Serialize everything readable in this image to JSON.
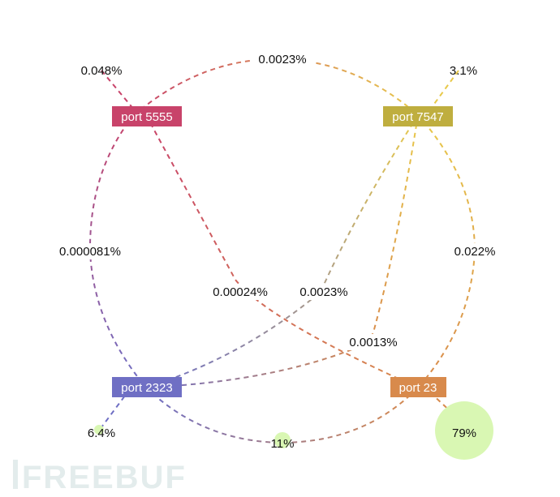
{
  "nodes": {
    "port5555": {
      "label": "port 5555",
      "color": "#c8436a"
    },
    "port7547": {
      "label": "port 7547",
      "color": "#bfae3f"
    },
    "port2323": {
      "label": "port 2323",
      "color": "#6f6fc4"
    },
    "port23": {
      "label": "port 23",
      "color": "#d88a4c"
    }
  },
  "edges": {
    "e5555_7547": {
      "label": "0.0023%"
    },
    "e5555_2323": {
      "label": "0.000081%"
    },
    "e5555_23": {
      "label": "0.00024%"
    },
    "e7547_2323": {
      "label": "0.0023%"
    },
    "e7547_23_inner": {
      "label": "0.0013%"
    },
    "e7547_23_outer": {
      "label": "0.022%"
    },
    "e2323_23": {
      "label": "11%"
    },
    "e2323_23_inner": {
      "label": ""
    }
  },
  "self_loops": {
    "port5555": {
      "label": "0.048%"
    },
    "port7547": {
      "label": "3.1%"
    },
    "port2323": {
      "label": "6.4%"
    },
    "port23": {
      "label": "79%"
    }
  },
  "bubble_color": "#d9f7b3",
  "watermark": "FREEBUF"
}
